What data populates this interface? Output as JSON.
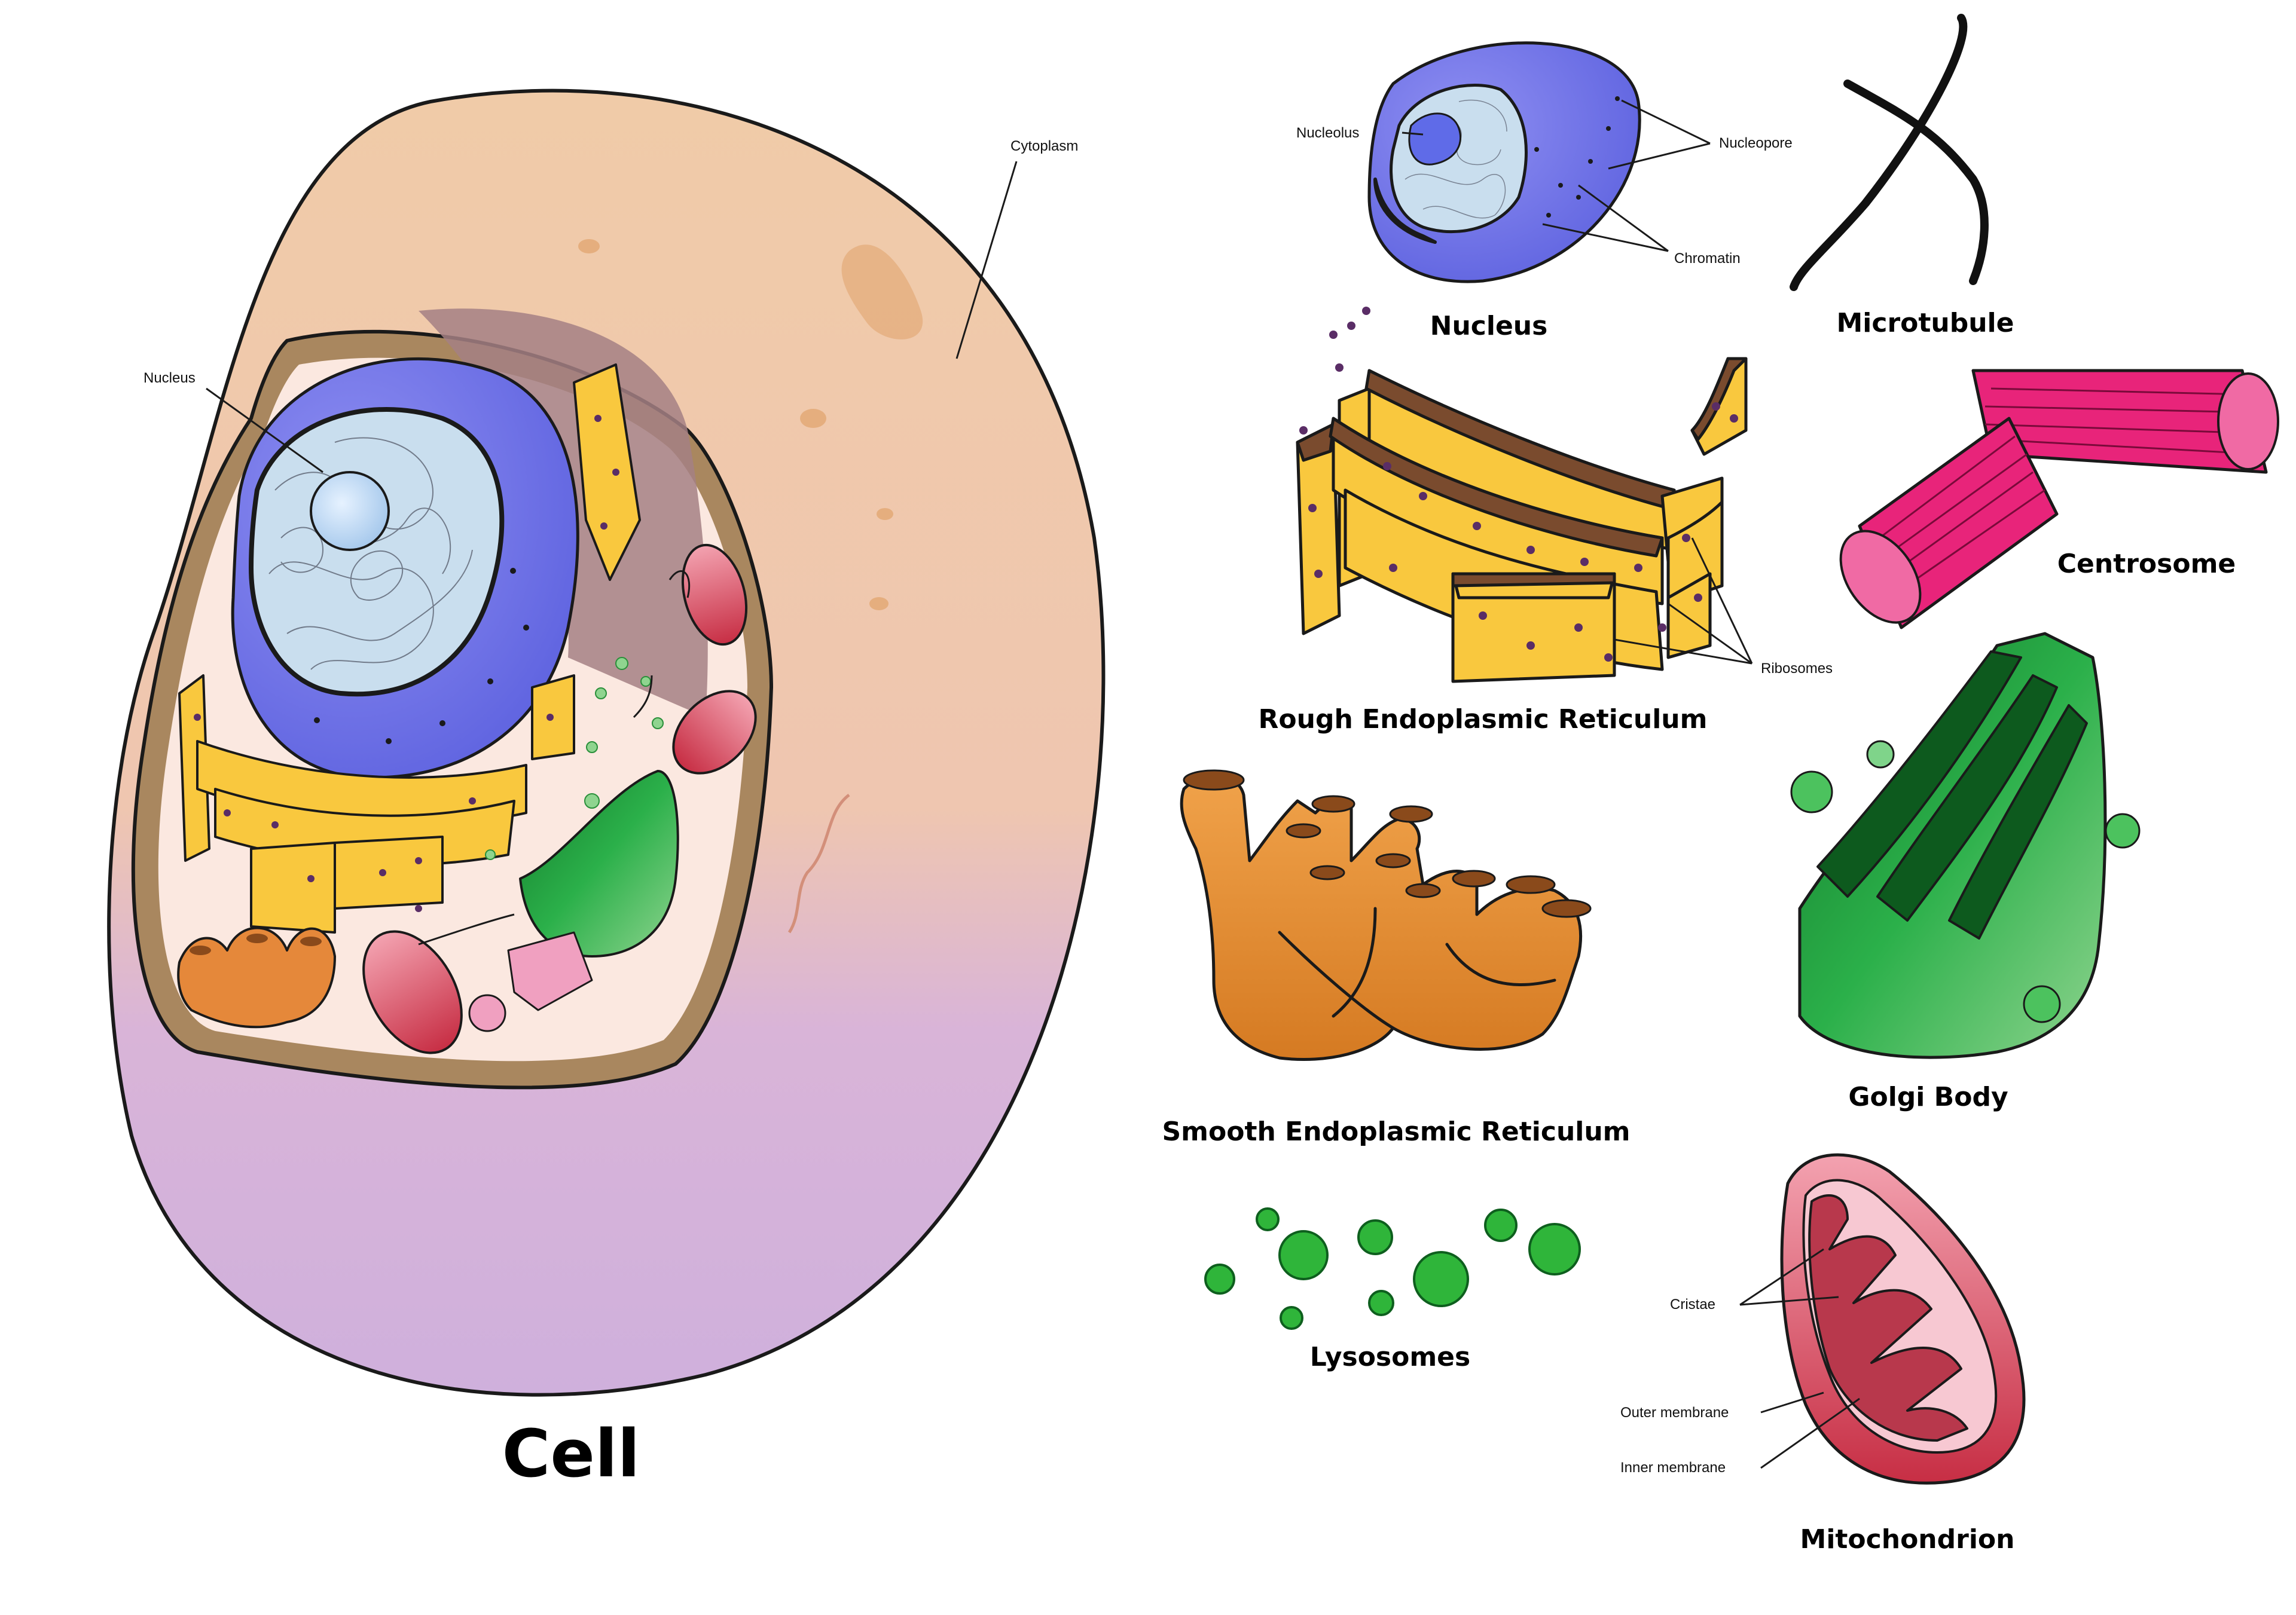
{
  "colors": {
    "cytoplasm": "#f0cba8",
    "membrane_lower": "#d4b5de",
    "nucleus": "#6b6fe6",
    "chromatin_bg": "#c8dcee",
    "rough_er": "#f9c83e",
    "ribosome": "#5a2d66",
    "smooth_er": "#e08a2c",
    "golgi": "#1fa03a",
    "lysosome": "#2fb53a",
    "mitochondrion": "#d7394a",
    "mito_inner": "#f2b0bd",
    "centrosome": "#e8247a",
    "microtubule": "#111111",
    "cell_cut_bg": "#fbe8e0",
    "cell_cut_rim": "#a9875f"
  },
  "cell": {
    "title": "Cell",
    "labels": {
      "cytoplasm": "Cytoplasm",
      "nucleus": "Nucleus"
    }
  },
  "organelles": {
    "nucleus": {
      "title": "Nucleus",
      "labels": {
        "nucleolus": "Nucleolus",
        "nucleopore": "Nucleopore",
        "chromatin": "Chromatin"
      }
    },
    "microtubule": {
      "title": "Microtubule"
    },
    "rough_er": {
      "title": "Rough Endoplasmic Reticulum",
      "labels": {
        "ribosomes": "Ribosomes"
      }
    },
    "centrosome": {
      "title": "Centrosome"
    },
    "smooth_er": {
      "title": "Smooth Endoplasmic Reticulum"
    },
    "golgi": {
      "title": "Golgi Body"
    },
    "lysosomes": {
      "title": "Lysosomes"
    },
    "mitochondrion": {
      "title": "Mitochondrion",
      "labels": {
        "cristae": "Cristae",
        "outer_membrane": "Outer membrane",
        "inner_membrane": "Inner membrane"
      }
    }
  }
}
